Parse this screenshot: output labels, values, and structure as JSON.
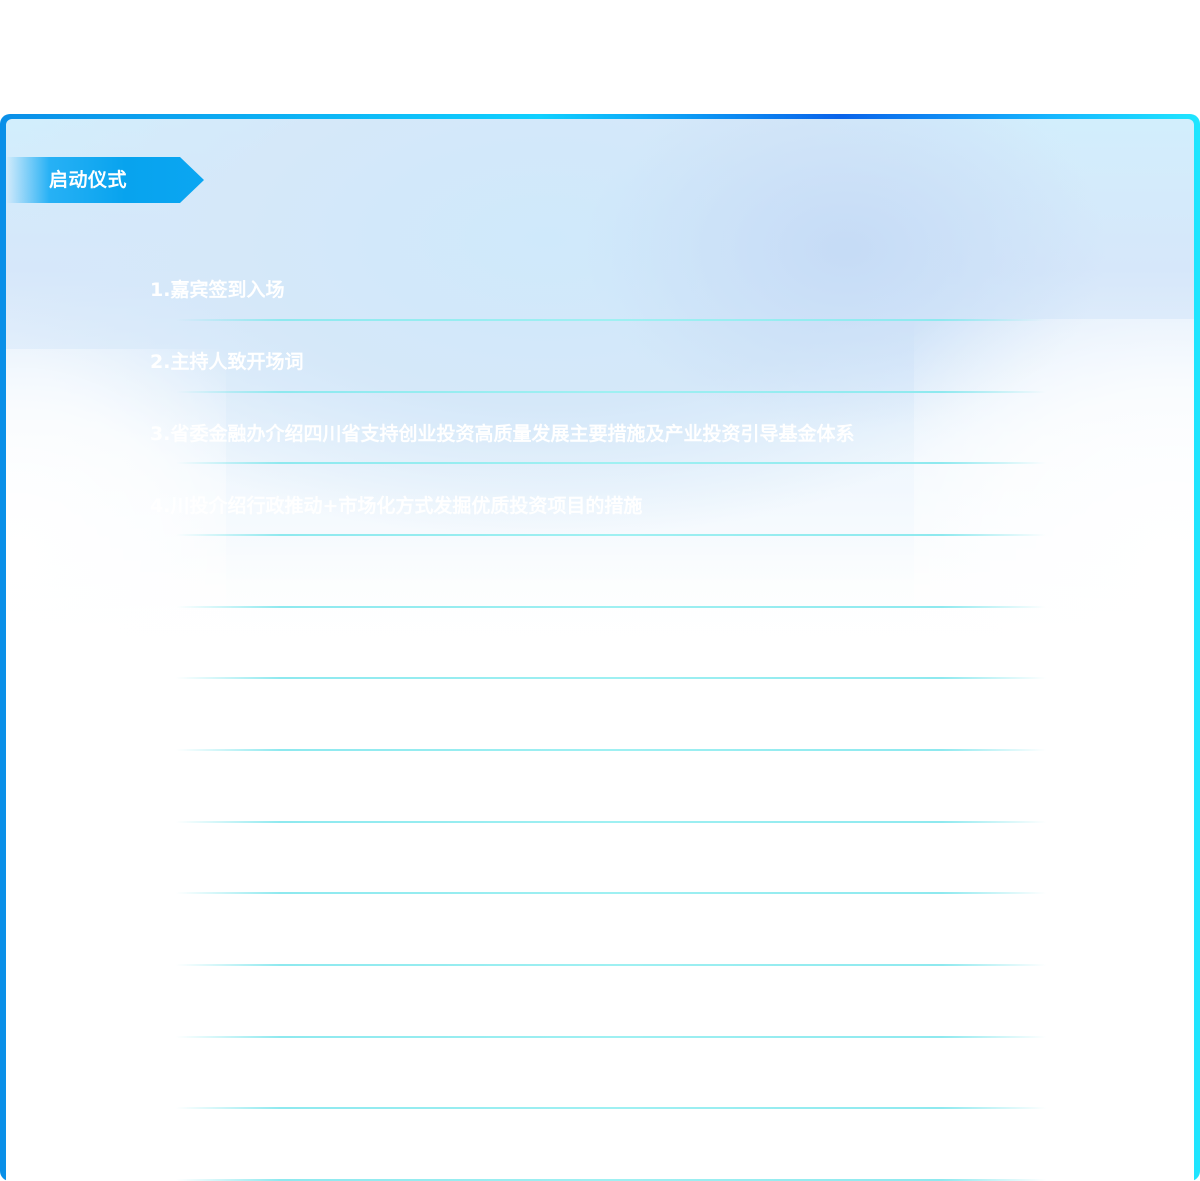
{
  "section": {
    "title": "启动仪式"
  },
  "agenda": [
    {
      "text": "1.嘉宾签到入场"
    },
    {
      "text": "2.主持人致开场词"
    },
    {
      "text": "3.省委金融办介绍四川省支持创业投资高质量发展主要措施及产业投资引导基金体系"
    },
    {
      "text": "4.川投介绍行政推动+市场化方式发掘优质投资项目的措施"
    }
  ],
  "colors": {
    "border_gradient": [
      "#0a8fe8",
      "#0fd0ff",
      "#0a63ea",
      "#1fe6ff"
    ],
    "tag": "#08a3ee",
    "row_line": "#8ee9ef",
    "text": "#ffffff"
  }
}
